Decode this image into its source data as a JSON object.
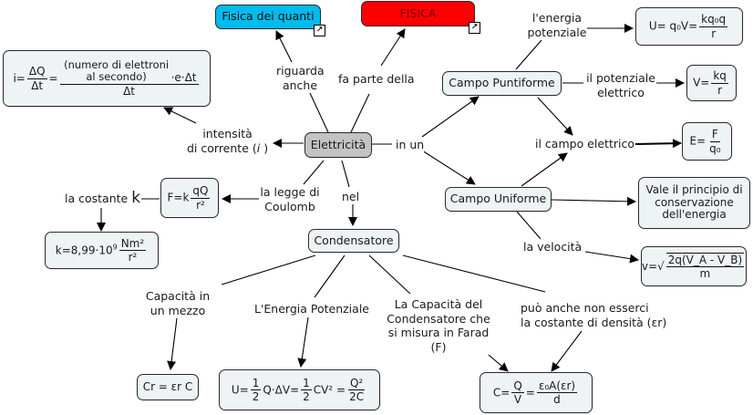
{
  "concepts": {
    "fisica_quanti": "Fisica dei quanti",
    "fisica": "FISICA",
    "elettricita": "Elettricità",
    "campo_puntiforme": "Campo Puntiforme",
    "campo_uniforme": "Campo Uniforme",
    "condensatore": "Condensatore",
    "conservazione": "Vale il principio di conservazione dell'energia"
  },
  "linking_phrases": {
    "riguarda_anche": "riguarda anche",
    "fa_parte_della": "fa parte della",
    "intensita": "intensità",
    "di_corrente": "di corrente (",
    "di_corrente_i": "i",
    "di_corrente_close": " )",
    "in_un": "in un",
    "legge_coulomb": "la legge di Coulomb",
    "nel": "nel",
    "costante_k": "la costante ",
    "costante_k_sym": "k",
    "energia_potenziale": "l'energia potenziale",
    "potenziale_elettrico": "il potenziale elettrico",
    "campo_elettrico": "il campo elettrico",
    "velocita": "la velocità",
    "capacita_mezzo": "Capacità in un mezzo",
    "energia_potenziale_cond": "L'Energia Potenziale",
    "capacita_condensatore": "La Capacità del Condensatore che si misura in Farad (F)",
    "puo_anche_1": "può anche non esserci",
    "puo_anche_2": "la costante di densità (",
    "puo_anche_sym": "εr",
    "puo_anche_close": ")"
  },
  "formulas": {
    "corrente": {
      "lhs": "i=",
      "n1": "ΔQ",
      "d1": "Δt",
      "paren": "numero di elettroni al secondo",
      "tail": "·e·Δt",
      "d2": "Δt"
    },
    "coulomb": {
      "lhs": "F=k",
      "num": "qQ",
      "den": "r²"
    },
    "costante_k": {
      "lhs": "k=8,99·10",
      "exp": "9",
      "num": "Nm²",
      "den": "r²"
    },
    "energia_punt": {
      "lhs": "U= q₀V=",
      "num": "kq₀q",
      "den": "r"
    },
    "potenziale": {
      "lhs": "V=",
      "num": "kq",
      "den": "r"
    },
    "campo": {
      "lhs": "E=",
      "num": "F",
      "den": "q₀"
    },
    "velocita": {
      "lhs": "v=√",
      "num": "2q(V_A - V_B)",
      "den": "m"
    },
    "capacita_mezzo": {
      "text": "Cr = εr C"
    },
    "energia_cond": {
      "a": "U=",
      "h1n": "1",
      "h1d": "2",
      "b": "Q·ΔV=",
      "h2n": "1",
      "h2d": "2",
      "c": "CV² =",
      "n3": "Q²",
      "d3": "2C"
    },
    "capacita": {
      "lhs": "C=",
      "n1": "Q",
      "d1": "V",
      "mid": "=",
      "n2": "ε₀A(εr)",
      "d2": "d"
    }
  },
  "colors": {
    "root": "#c3c3c3",
    "fisica": "#ff0000",
    "quanti": "#00bbee",
    "node": "#eef3f6"
  },
  "icons": {
    "external_link": "↗"
  }
}
